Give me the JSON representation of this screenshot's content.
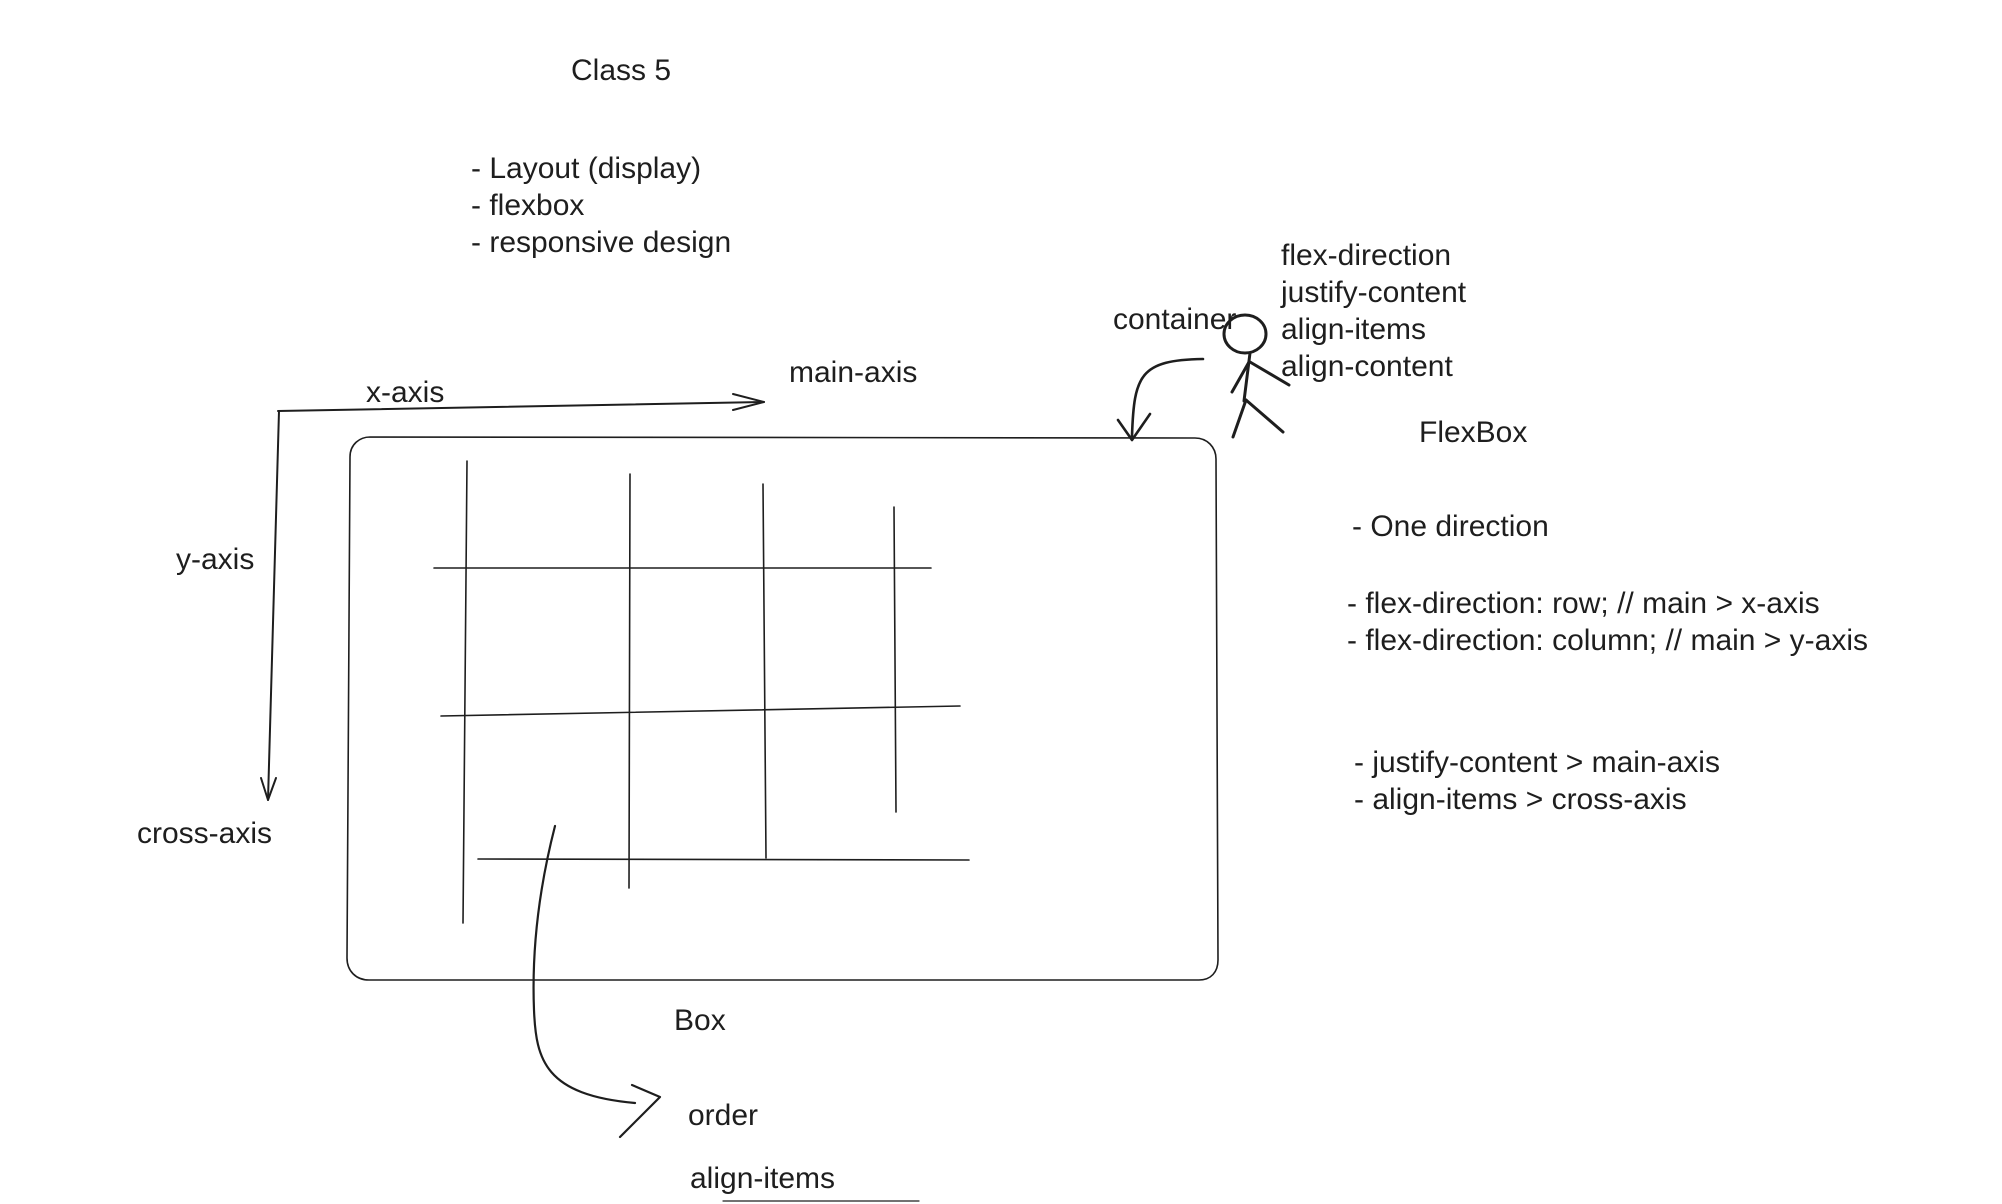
{
  "title": "Class 5",
  "topics": [
    "- Layout (display)",
    "- flexbox",
    "- responsive design"
  ],
  "axes": {
    "x_label": "x-axis",
    "main_label": "main-axis",
    "y_label": "y-axis",
    "cross_label": "cross-axis"
  },
  "container_label": "container",
  "container_properties": [
    "flex-direction",
    "justify-content",
    "align-items",
    "align-content"
  ],
  "box_label": "Box",
  "item_properties": {
    "order": "order",
    "align_items": "align-items"
  },
  "flexbox": {
    "heading": "FlexBox",
    "direction_note": "- One direction",
    "direction_rules": [
      "- flex-direction: row; // main > x-axis",
      "- flex-direction: column; // main > y-axis"
    ],
    "axis_rules": [
      "- justify-content > main-axis",
      "- align-items > cross-axis"
    ]
  }
}
